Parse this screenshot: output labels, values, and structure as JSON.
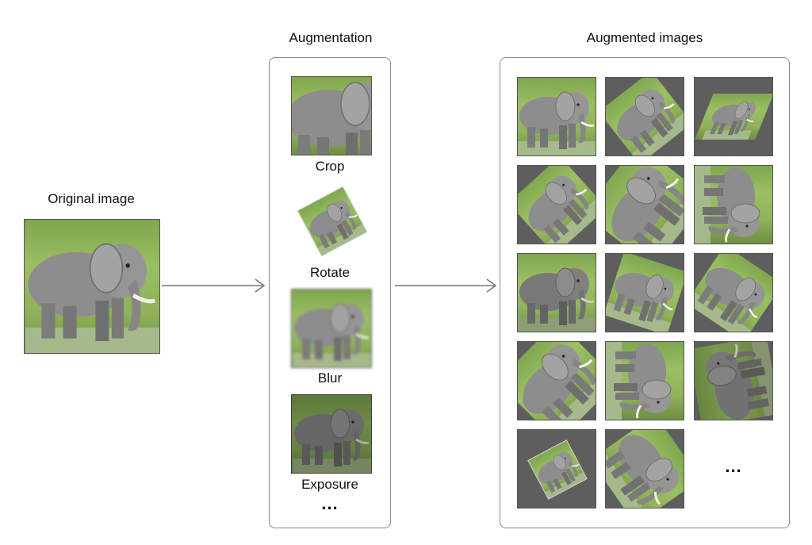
{
  "titles": {
    "original": "Original image",
    "augmentation": "Augmentation",
    "augmented": "Augmented images"
  },
  "augmentations": [
    {
      "label": "Crop"
    },
    {
      "label": "Rotate"
    },
    {
      "label": "Blur"
    },
    {
      "label": "Exposure"
    }
  ],
  "more_augmentations": "...",
  "more_images": "...",
  "icons": {
    "elephant": "elephant-icon",
    "arrow": "arrow-right-icon"
  },
  "colors": {
    "panel_border": "#8a8a8a",
    "arrow": "#777777",
    "grass": "#8fb25a",
    "elephant": "#8a8a8a",
    "rotated_background": "#5e5e5e"
  }
}
